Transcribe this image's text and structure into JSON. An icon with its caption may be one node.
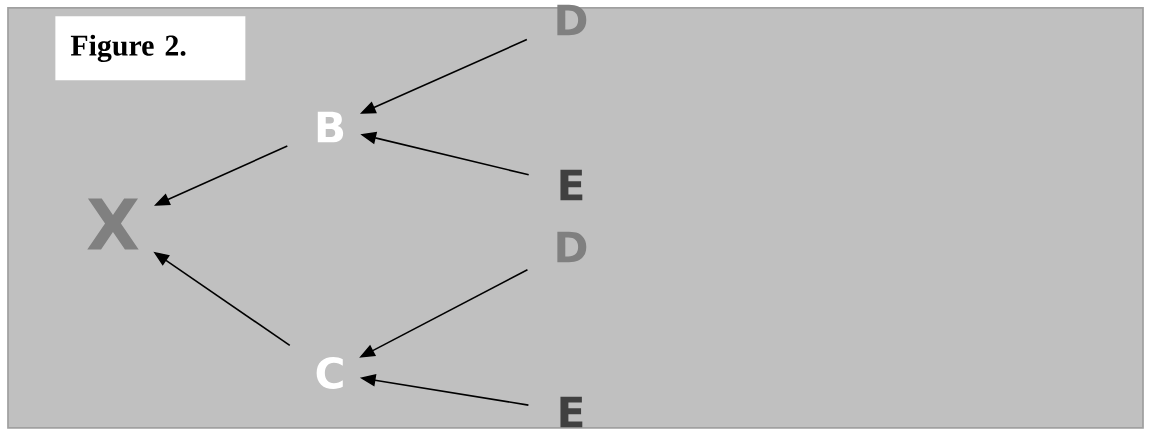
{
  "diagram": {
    "title": "Figure 2.",
    "nodes": [
      {
        "text": [
          "X"
        ]
      },
      {
        "text": [
          "B"
        ]
      },
      {
        "text": [
          "C"
        ]
      },
      {
        "text": [
          "D"
        ]
      },
      {
        "text": [
          "E"
        ]
      },
      {
        "text": [
          "D"
        ]
      },
      {
        "text": [
          "E"
        ]
      }
    ],
    "edges": [
      {
        "from": 1,
        "to": 0,
        "arrow": "to"
      },
      {
        "from": 2,
        "to": 0,
        "arrow": "to"
      },
      {
        "from": 3,
        "to": 1,
        "arrow": "to"
      },
      {
        "from": 4,
        "to": 1,
        "arrow": "to"
      },
      {
        "from": 5,
        "to": 2,
        "arrow": "to"
      },
      {
        "from": 6,
        "to": 2,
        "arrow": "to"
      }
    ]
  }
}
